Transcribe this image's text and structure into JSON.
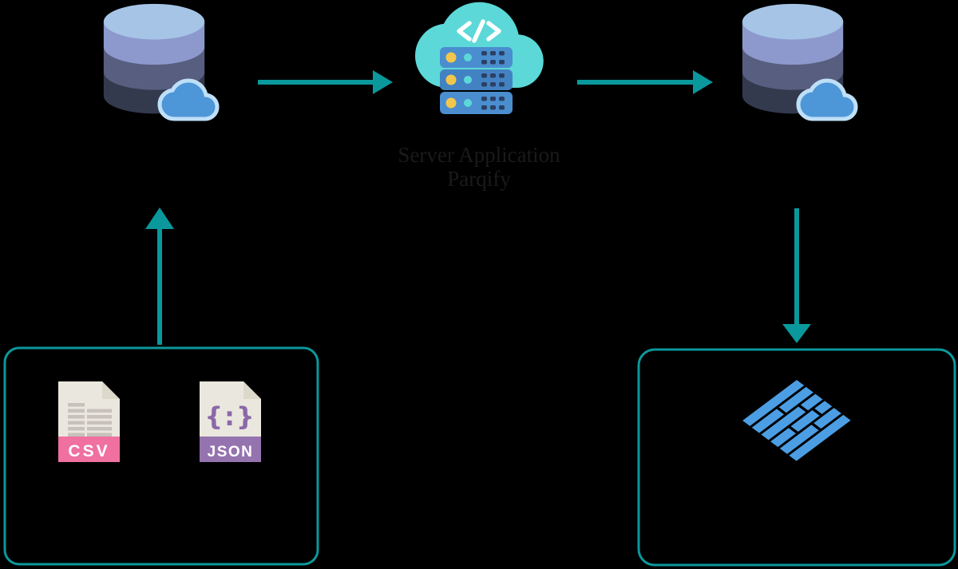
{
  "colors": {
    "background": "#000000",
    "accent_teal": "#0A989C",
    "title_text": "#1A1A1A",
    "db_top": "#A6C4E6",
    "db_band_light": "#8D99CC",
    "db_band_mid": "#575E80",
    "db_band_dark": "#333A4D",
    "cloud_fill": "#4D96D8",
    "cloud_outline": "#BFDFF7",
    "server_cloud_teal": "#5CD8D8",
    "rack_blue": "#4A8ECF",
    "rack_blue_dark": "#4382C2",
    "led_yellow": "#F2C64D",
    "led_teal": "#5CD8D8",
    "vent_navy": "#2B4065",
    "file_page": "#EAE7DE",
    "file_fold": "#DCD9CB",
    "table_gray": "#C8C1BC",
    "csv_pink": "#F0709F",
    "json_purple_band": "#9573AF",
    "json_purple_symbol": "#8B68A8",
    "parquet_blue": "#4C9EE4"
  },
  "server_caption": {
    "line1": "Server Application",
    "line2": "Parqify"
  },
  "input_box": {
    "csv_label": "CSV",
    "json_symbol": "{:}",
    "json_label": "JSON"
  },
  "icons": {
    "source": "database-with-cloud",
    "processor": "cloud-code-server",
    "destination": "database-with-cloud",
    "input_csv": "csv-file",
    "input_json": "json-file",
    "output": "apache-parquet-logo"
  }
}
